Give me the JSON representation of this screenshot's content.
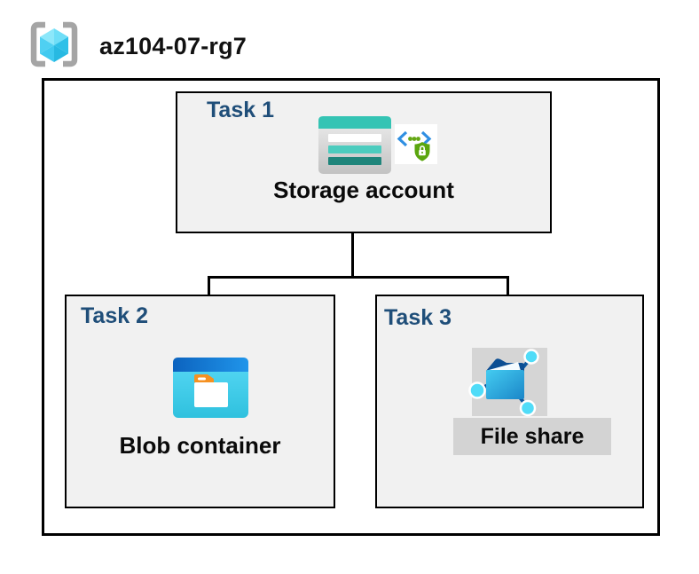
{
  "header": {
    "resource_group_name": "az104-07-rg7",
    "resource_group_icon": "azure-resource-group-icon"
  },
  "tasks": [
    {
      "label": "Task 1",
      "item_label": "Storage account",
      "icons": [
        "storage-account-icon",
        "secure-endpoint-icon"
      ]
    },
    {
      "label": "Task 2",
      "item_label": "Blob container",
      "icons": [
        "blob-container-icon"
      ]
    },
    {
      "label": "Task 3",
      "item_label": "File share",
      "icons": [
        "file-share-icon"
      ],
      "highlighted": true
    }
  ],
  "connections": [
    {
      "from": "Storage account",
      "to": "Blob container"
    },
    {
      "from": "Storage account",
      "to": "File share"
    }
  ],
  "colors": {
    "task_label_blue": "#1F4E79",
    "task_box_fill": "#F1F1F1",
    "box_border": "#000000",
    "highlight_gray": "#D5D5D5",
    "storage_teal": "#35C4B4",
    "storage_teal_dark": "#1F857B",
    "azure_blue": "#1386E0",
    "blob_cyan": "#3FC9E8",
    "node_cyan": "#50DCF8",
    "shield_green": "#5BA60F",
    "bracket_gray": "#A5A5A5"
  }
}
